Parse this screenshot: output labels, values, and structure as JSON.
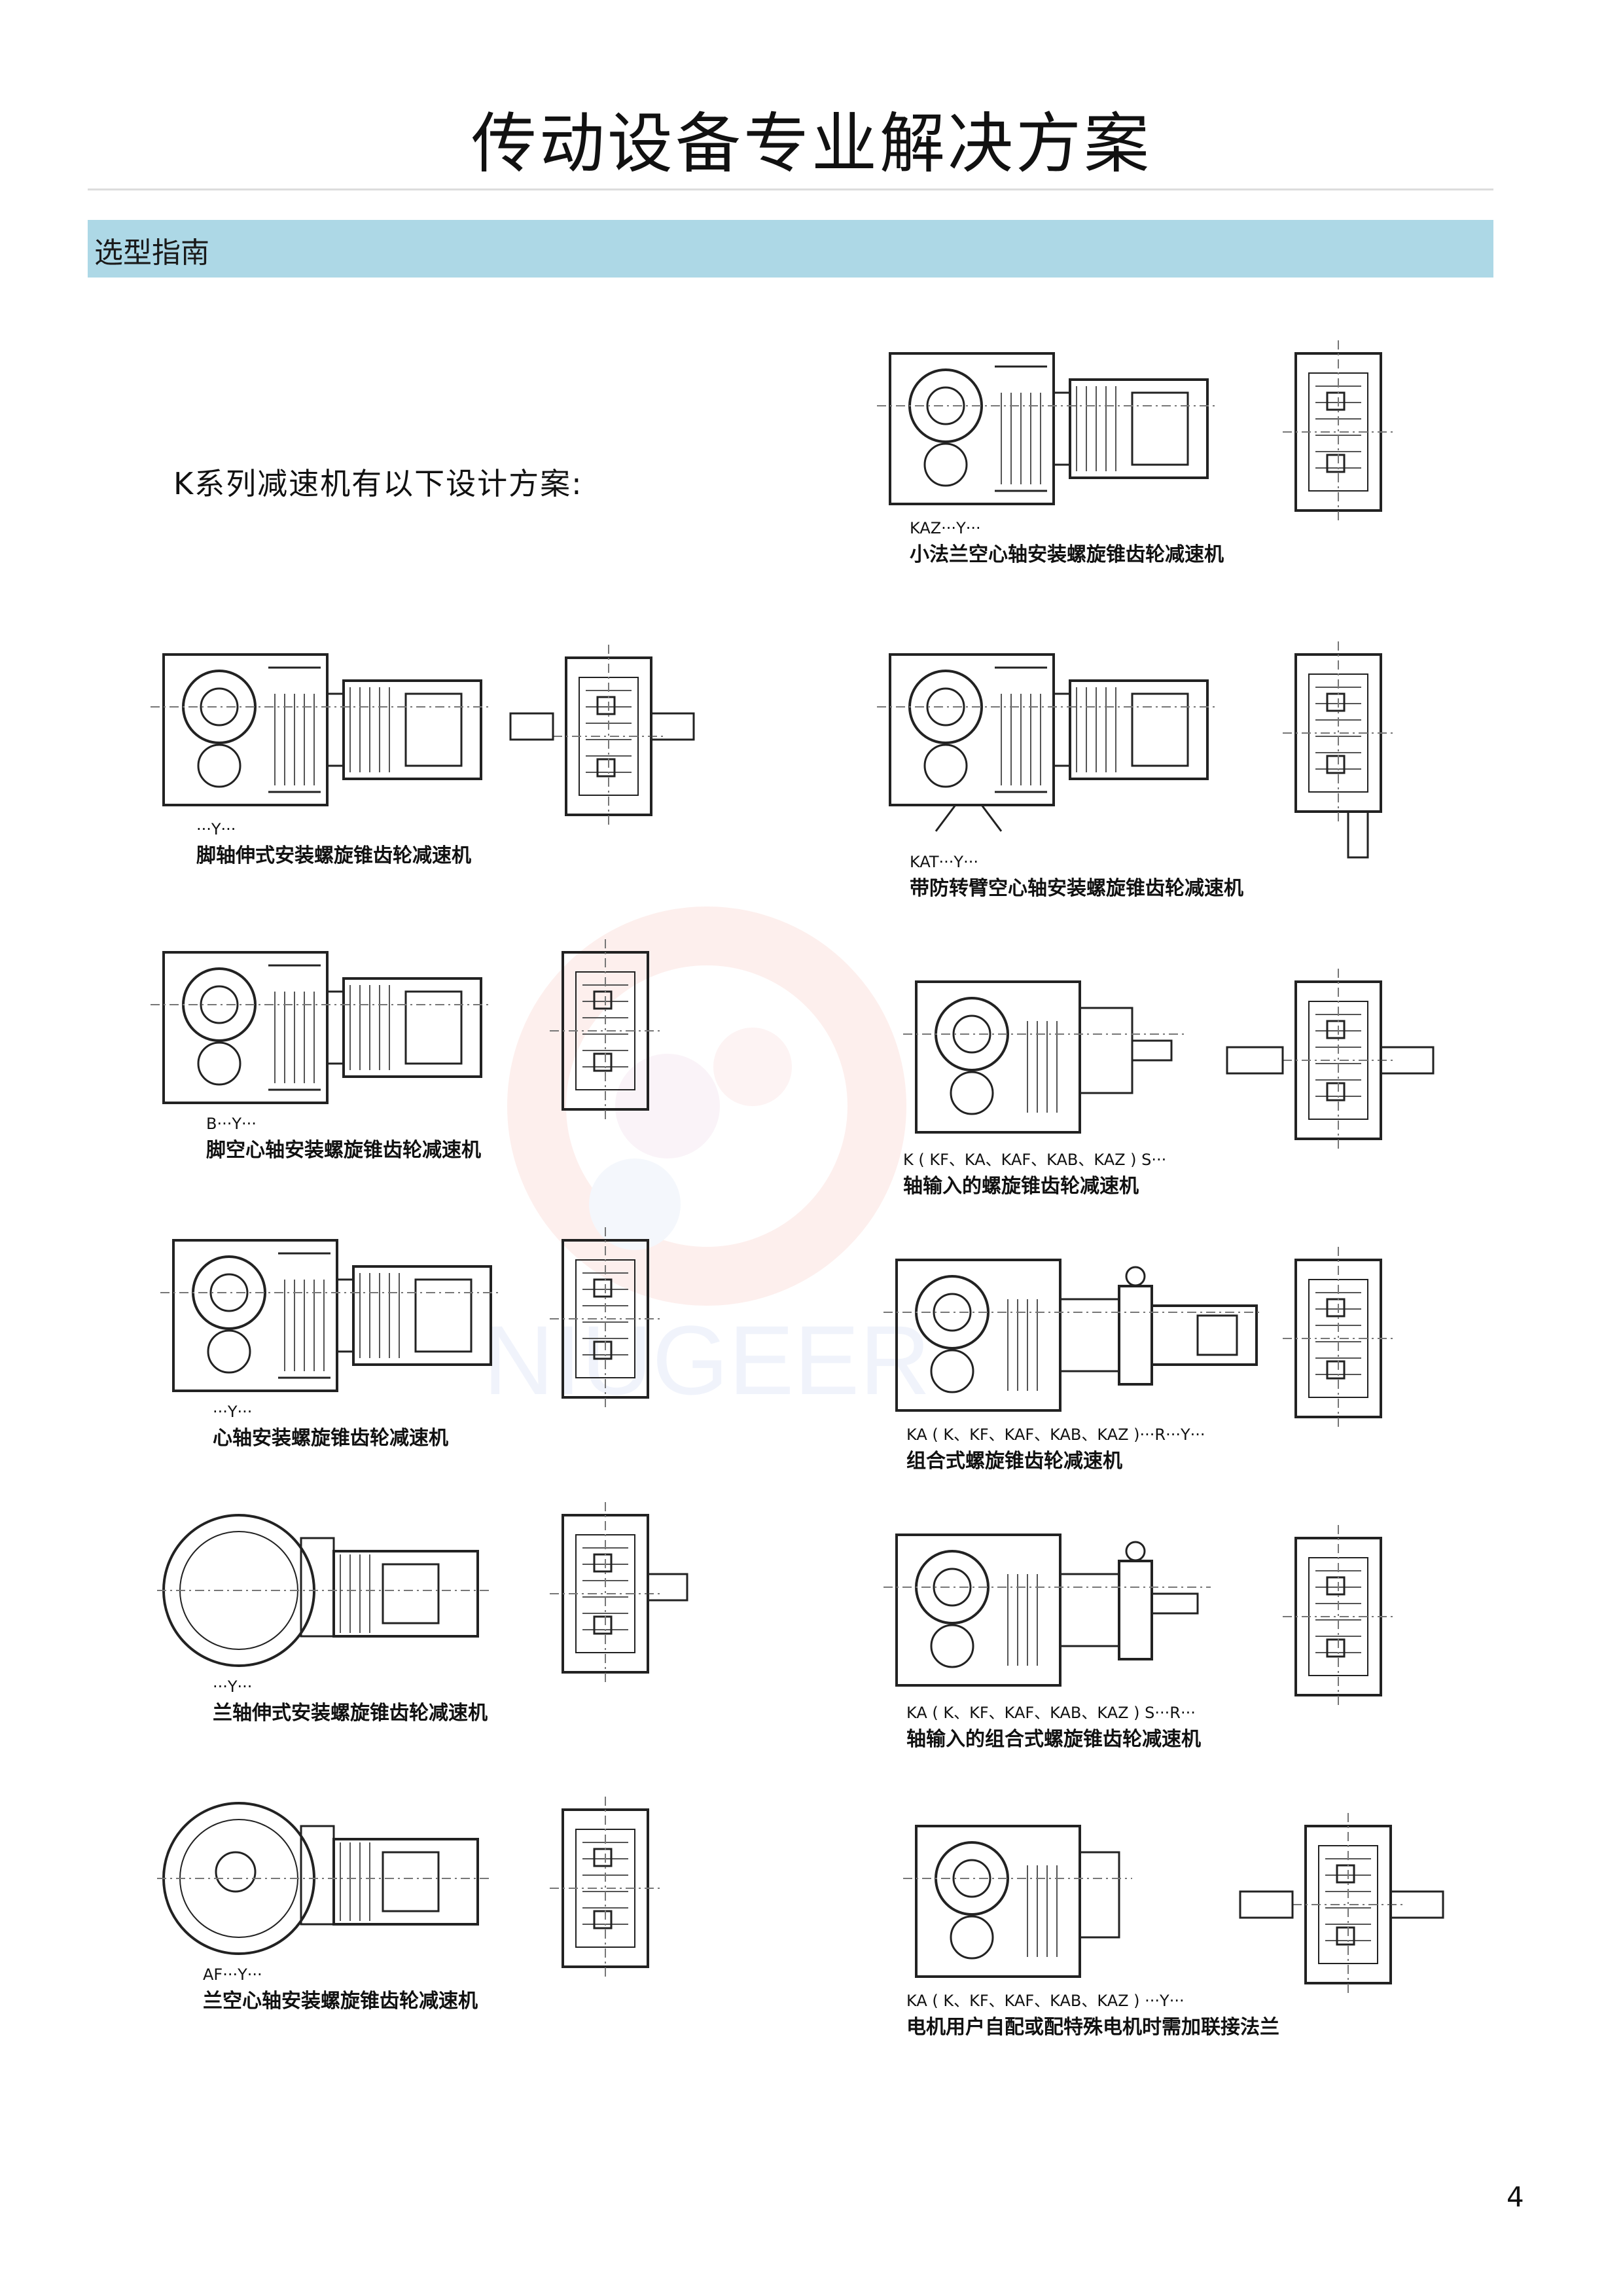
{
  "header": {
    "title": "传动设备专业解决方案",
    "section": "选型指南"
  },
  "intro": "K系列减速机有以下设计方案:",
  "left_items": [
    {
      "code": "···Y···",
      "label": "脚轴伸式安装螺旋锥齿轮减速机"
    },
    {
      "code": "B···Y···",
      "label": "脚空心轴安装螺旋锥齿轮减速机"
    },
    {
      "code": "···Y···",
      "label": "心轴安装螺旋锥齿轮减速机"
    },
    {
      "code": "···Y···",
      "label": "兰轴伸式安装螺旋锥齿轮减速机"
    },
    {
      "code": "AF···Y···",
      "label": "兰空心轴安装螺旋锥齿轮减速机"
    }
  ],
  "right_items": [
    {
      "code": "KAZ···Y···",
      "label": "小法兰空心轴安装螺旋锥齿轮减速机"
    },
    {
      "code": "KAT···Y···",
      "label": "带防转臂空心轴安装螺旋锥齿轮减速机"
    },
    {
      "code": "K ( KF、KA、KAF、KAB、KAZ ) S···",
      "label": "轴输入的螺旋锥齿轮减速机"
    },
    {
      "code": "KA ( K、KF、KAF、KAB、KAZ )···R···Y···",
      "label": "组合式螺旋锥齿轮减速机"
    },
    {
      "code": "KA ( K、KF、KAF、KAB、KAZ ) S···R···",
      "label": "轴输入的组合式螺旋锥齿轮减速机"
    },
    {
      "code": "KA ( K、KF、KAF、KAB、KAZ ) ···Y···",
      "label": "电机用户自配或配特殊电机时需加联接法兰"
    }
  ],
  "watermark": "NIUGEER",
  "page_number": "4"
}
